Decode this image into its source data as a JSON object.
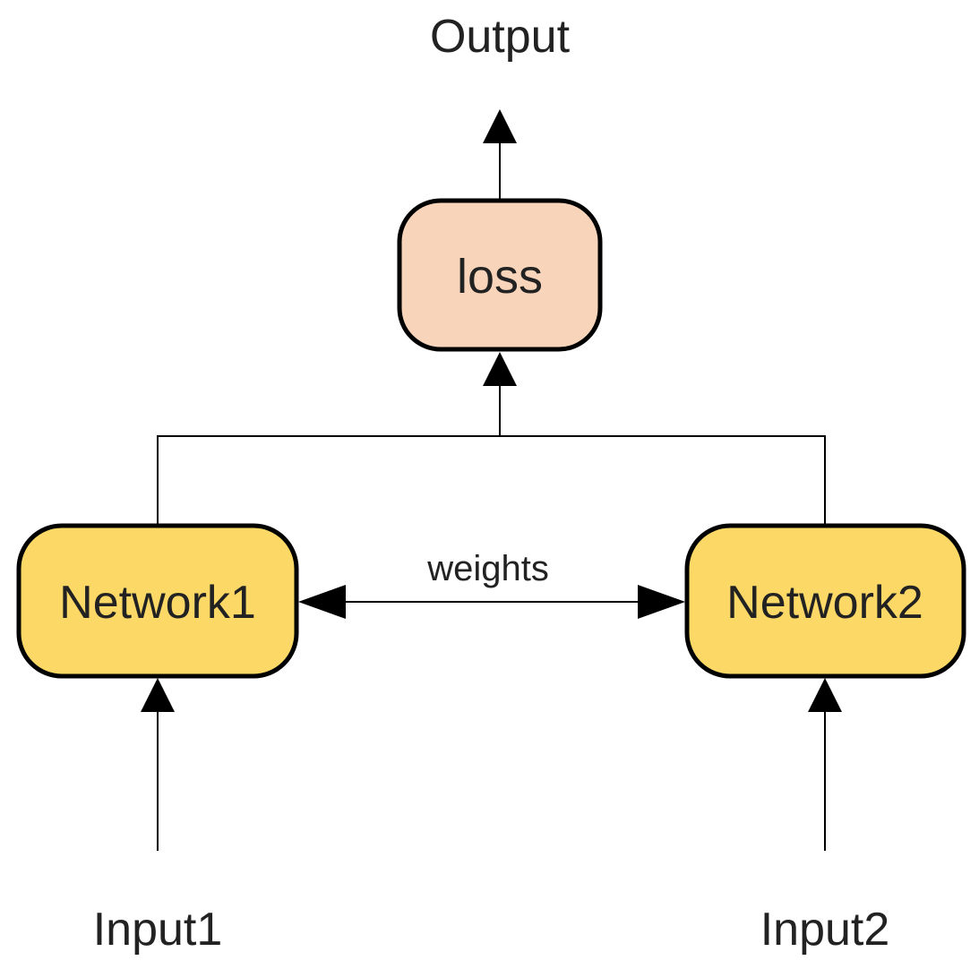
{
  "nodes": {
    "loss": {
      "label": "loss",
      "fill": "#F8D5BA"
    },
    "network1": {
      "label": "Network1",
      "fill": "#FCD966"
    },
    "network2": {
      "label": "Network2",
      "fill": "#FCD966"
    }
  },
  "labels": {
    "output": "Output",
    "weights": "weights",
    "input1": "Input1",
    "input2": "Input2"
  },
  "edges": [
    {
      "from": "input1",
      "to": "network1"
    },
    {
      "from": "input2",
      "to": "network2"
    },
    {
      "from": "network1",
      "to": "loss"
    },
    {
      "from": "network2",
      "to": "loss"
    },
    {
      "from": "loss",
      "to": "output"
    },
    {
      "from": "network1",
      "to": "network2",
      "label": "weights",
      "bidirectional": true
    }
  ],
  "colors": {
    "stroke": "#000000",
    "text": "#222222",
    "background": "#FFFFFF"
  }
}
